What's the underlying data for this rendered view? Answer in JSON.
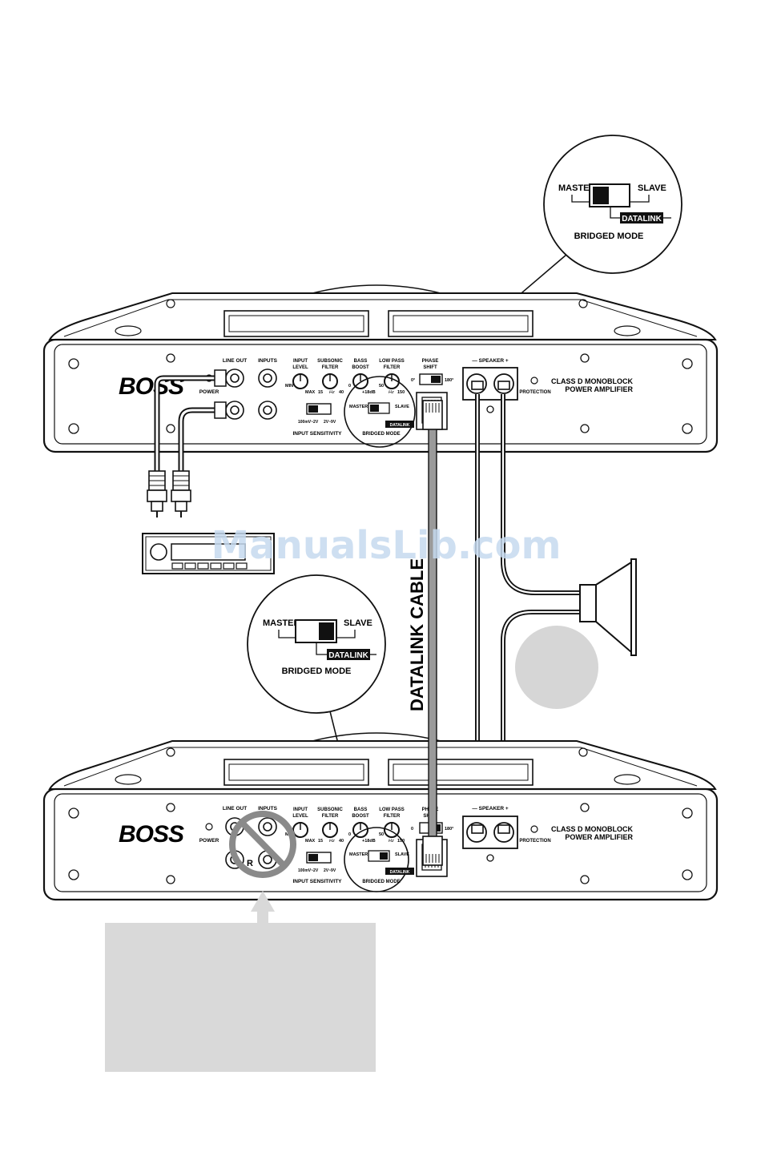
{
  "callout_top": {
    "master": "MASTER",
    "slave": "SLAVE",
    "datalink": "DATALINK",
    "mode": "BRIDGED MODE"
  },
  "callout_mid": {
    "master": "MASTER",
    "slave": "SLAVE",
    "datalink": "DATALINK",
    "mode": "BRIDGED MODE"
  },
  "amp_top": {
    "brand": "BOSS",
    "power": "POWER",
    "line_out": "LINE OUT",
    "inputs": "INPUTS",
    "input_level": [
      "INPUT",
      "LEVEL"
    ],
    "subsonic_filter": [
      "SUBSONIC",
      "FILTER"
    ],
    "bass_boost": [
      "BASS",
      "BOOST"
    ],
    "low_pass_filter": [
      "LOW PASS",
      "FILTER"
    ],
    "phase_shift": [
      "PHASE",
      "SHIFT"
    ],
    "min": "MIN",
    "max": "MAX",
    "hz15": "15",
    "hz40": "40",
    "hz": "Hz",
    "db0": "0",
    "db18": "+18dB",
    "lp50": "50",
    "lp150": "150",
    "ph0": "0°",
    "ph180": "180°",
    "sens_low": "100mV~2V",
    "sens_high": "2V~9V",
    "input_sensitivity": "INPUT SENSITIVITY",
    "sw_master": "MASTER",
    "sw_slave": "SLAVE",
    "sw_datalink": "DATALINK",
    "bridged_mode": "BRIDGED MODE",
    "speaker": "— SPEAKER +",
    "protection": "PROTECTION",
    "class_line1": "CLASS D MONOBLOCK",
    "class_line2": "POWER AMPLIFIER"
  },
  "amp_bottom": {
    "brand": "BOSS",
    "power": "POWER",
    "line_out": "LINE OUT",
    "inputs": "INPUTS",
    "input_level": [
      "INPUT",
      "LEVEL"
    ],
    "subsonic_filter": [
      "SUBSONIC",
      "FILTER"
    ],
    "bass_boost": [
      "BASS",
      "BOOST"
    ],
    "low_pass_filter": [
      "LOW PASS",
      "FILTER"
    ],
    "phase_shift": [
      "PHASE",
      "SHIFT"
    ],
    "min": "MIN",
    "max": "MAX",
    "hz15": "15",
    "hz40": "40",
    "hz": "Hz",
    "db0": "0",
    "db18": "+18dB",
    "lp50": "50",
    "lp150": "150",
    "ph0": "0",
    "ph180": "180°",
    "sens_low": "100mV~2V",
    "sens_high": "2V~9V",
    "input_sensitivity": "INPUT SENSITIVITY",
    "sw_master": "MASTER",
    "sw_slave": "SLAVE",
    "sw_datalink": "DATALINK",
    "bridged_mode": "BRIDGED MODE",
    "speaker": "— SPEAKER +",
    "protection": "PROTECTION",
    "class_line1": "CLASS D MONOBLOCK",
    "class_line2": "POWER AMPLIFIER",
    "label_l": "L",
    "label_r": "R"
  },
  "datalink_cable": "DATALINK CABLE",
  "watermark": "ManualsLib.com",
  "colors": {
    "ink": "#111111",
    "cable_gray": "#9a9a9a",
    "no_symbol": "#8a8a8a",
    "grey_box": "#d9d9d9",
    "grey_circle": "#d6d6d6",
    "watermark": "#c5d9ef"
  }
}
